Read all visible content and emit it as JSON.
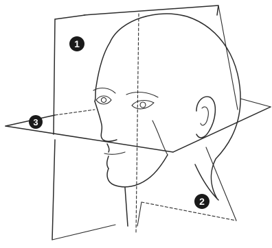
{
  "diagram": {
    "markers": [
      {
        "id": "plane-1",
        "label": "1"
      },
      {
        "id": "plane-2",
        "label": "2"
      },
      {
        "id": "plane-3",
        "label": "3"
      }
    ],
    "colors": {
      "ink": "#2b2b2b",
      "paper": "#ffffff",
      "marker_fill": "#1a1a1a",
      "marker_text": "#ffffff"
    }
  }
}
